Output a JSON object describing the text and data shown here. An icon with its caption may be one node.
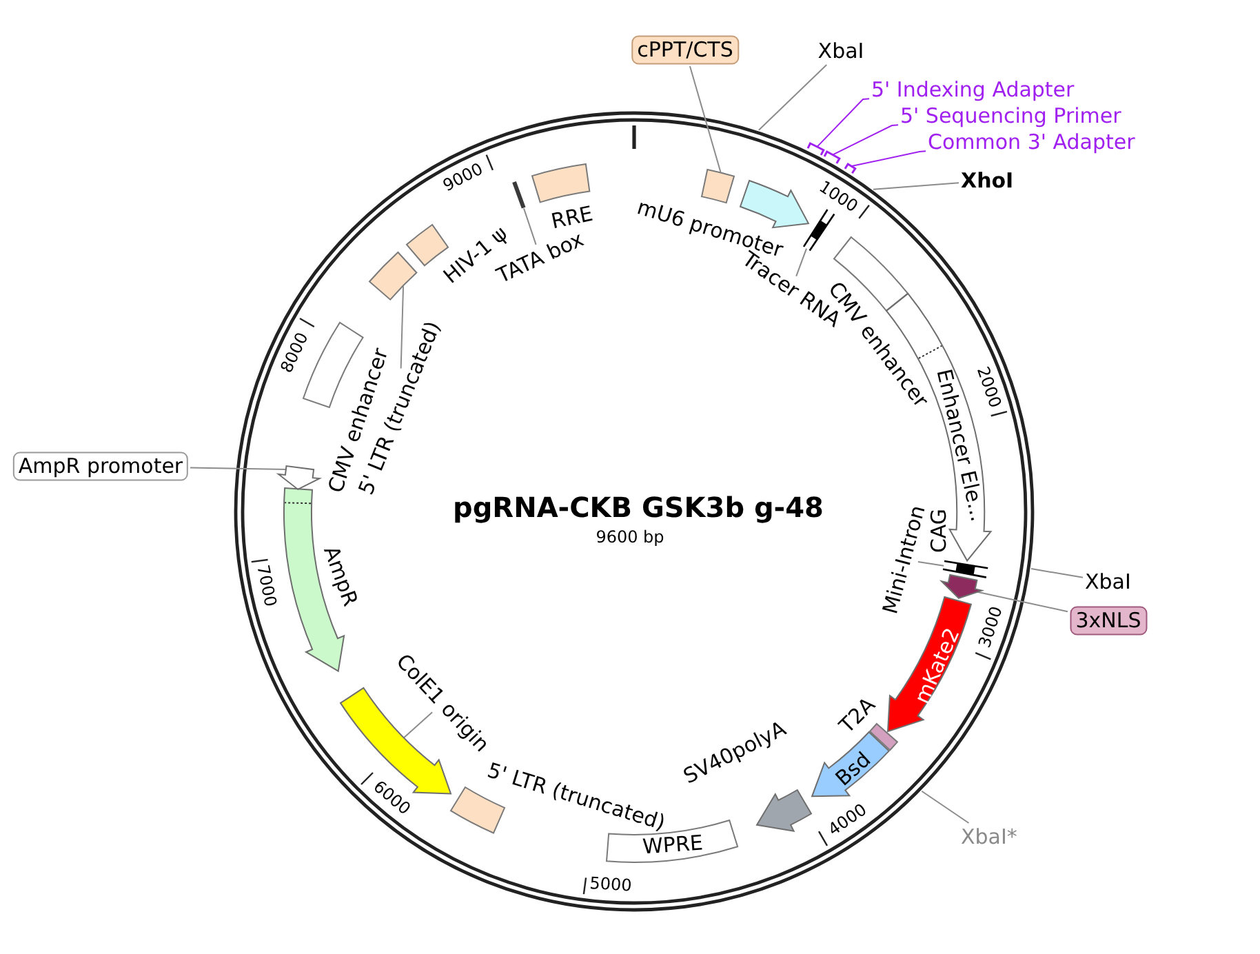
{
  "diagram": {
    "title": "pgRNA-CKB GSK3b g-48",
    "nodes": [
      {
        "text": [
          "cPPT/CTS"
        ]
      },
      {
        "text": [],
        "shape": "box"
      },
      {
        "text": [
          "XbaI"
        ]
      },
      {
        "text": [],
        "shape": "arrow",
        "beside": [
          "mU6 promoter"
        ]
      },
      {
        "text": [
          "5' Indexing Adapter"
        ]
      },
      {
        "text": [],
        "shape": "bracket"
      },
      {
        "text": [
          "5' Sequencing Primer"
        ]
      },
      {
        "text": [],
        "shape": "bracket"
      },
      {
        "text": [
          "Common 3' Adapter"
        ]
      },
      {
        "text": [],
        "shape": "bracket"
      },
      {
        "text": [
          "XhoI"
        ]
      },
      {
        "text": [
          "Tracer RNA"
        ]
      },
      {
        "text": [],
        "shape": "bar"
      },
      {
        "text": [],
        "shape": "box",
        "beside": [
          "CMV enhancer"
        ]
      },
      {
        "text": [
          "Enhancer Ele..."
        ]
      },
      {
        "text": [
          "Mini-Intron"
        ]
      },
      {
        "text": [],
        "shape": "bar"
      },
      {
        "text": [
          "XbaI"
        ]
      },
      {
        "text": [
          "3xNLS"
        ]
      },
      {
        "text": [],
        "shape": "arrow"
      },
      {
        "text": [
          "mKate2"
        ]
      },
      {
        "text": [],
        "shape": "box",
        "beside": [
          "T2A"
        ]
      },
      {
        "text": [
          "Bsd"
        ]
      },
      {
        "text": [],
        "shape": "arrow",
        "beside": [
          "SV40polyA"
        ]
      },
      {
        "text": [
          "XbaI*"
        ]
      },
      {
        "text": [
          "WPRE"
        ]
      },
      {
        "text": [],
        "shape": "box",
        "beside": [
          "5' LTR (truncated)"
        ]
      },
      {
        "text": [
          "ColE1 origin"
        ]
      },
      {
        "text": [],
        "shape": "arrow"
      },
      {
        "text": [],
        "shape": "arrow",
        "beside": [
          "AmpR"
        ]
      },
      {
        "text": [
          "AmpR promoter"
        ]
      },
      {
        "text": [],
        "shape": "arrow"
      },
      {
        "text": [],
        "shape": "box",
        "beside": [
          "CMV enhancer"
        ]
      },
      {
        "text": [
          "5' LTR (truncated)"
        ]
      },
      {
        "text": [],
        "shape": "box"
      },
      {
        "text": [],
        "shape": "box",
        "beside": [
          "HIV-1 ψ"
        ]
      },
      {
        "text": [
          "TATA box"
        ]
      },
      {
        "text": [],
        "shape": "bar"
      },
      {
        "text": [],
        "shape": "box",
        "beside": [
          "RRE"
        ]
      }
    ],
    "edges": [
      {
        "from": 0,
        "to": 1,
        "arrow": "none"
      },
      {
        "from": 2,
        "to": null,
        "arrow": "none"
      },
      {
        "from": 4,
        "to": 5,
        "arrow": "none",
        "color": "#a020f0"
      },
      {
        "from": 6,
        "to": 7,
        "arrow": "none",
        "color": "#a020f0"
      },
      {
        "from": 8,
        "to": 9,
        "arrow": "none",
        "color": "#a020f0"
      },
      {
        "from": 10,
        "to": null,
        "arrow": "none"
      },
      {
        "from": 11,
        "to": 12,
        "arrow": "none"
      },
      {
        "from": 15,
        "to": 16,
        "arrow": "none"
      },
      {
        "from": 17,
        "to": null,
        "arrow": "none"
      },
      {
        "from": 18,
        "to": 19,
        "arrow": "none"
      },
      {
        "from": 24,
        "to": null,
        "arrow": "none"
      },
      {
        "from": 27,
        "to": 28,
        "arrow": "none"
      },
      {
        "from": 30,
        "to": 31,
        "arrow": "none"
      },
      {
        "from": 33,
        "to": 34,
        "arrow": "none"
      },
      {
        "from": 36,
        "to": 37,
        "arrow": "none"
      }
    ],
    "labels": [
      "9600 bp",
      "1000",
      "2000",
      "3000",
      "4000",
      "5000",
      "6000",
      "7000",
      "8000",
      "9000",
      "CAG"
    ]
  }
}
